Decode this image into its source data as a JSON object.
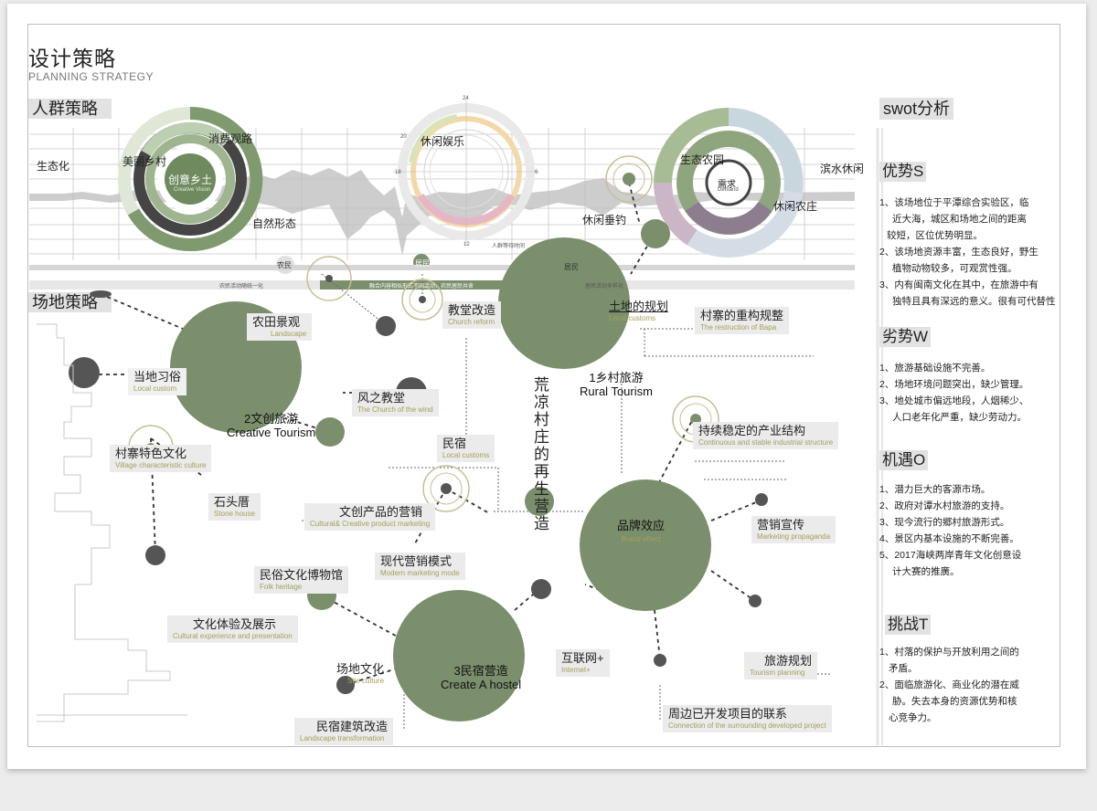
{
  "header": {
    "title": "设计策略",
    "subtitle": "PLANNING STRATEGY"
  },
  "sections": {
    "crowd": "人群策略",
    "site": "场地策略",
    "swot": "swot分析"
  },
  "band": {
    "left_labels": [
      "生态化",
      "美丽乡村",
      "消费观路",
      "自然形态"
    ],
    "right_labels": [
      "生态农园",
      "滨水休闲",
      "休闲农庄",
      "休闲垂钓"
    ],
    "ring1_center": "创意乡土",
    "ring1_center_en": "Creative Vision",
    "ring2_center": "休闲娱乐",
    "ring3_center": "需求",
    "ring3_center_en": "Demand",
    "clock_ticks": [
      "24",
      "6",
      "12",
      "18",
      "20"
    ],
    "clock_small": [
      "人群等待时间"
    ],
    "group_labels": [
      "农民",
      "居民",
      "居民"
    ],
    "bar_labels": [
      "农民活动随统一化",
      "融合内容相似形式不同活动、农民居民共舍",
      "居民活动多样化"
    ]
  },
  "nodes": {
    "farmland": {
      "cn": "农田景观",
      "en": "Landscape"
    },
    "local_custom": {
      "cn": "当地习俗",
      "en": "Local custom"
    },
    "creative_tourism": {
      "cn": "2文创旅游",
      "en": "Creative Tourism"
    },
    "wind_church": {
      "cn": "风之教堂",
      "en": "The Church of the wind"
    },
    "church_reform": {
      "cn": "教堂改造",
      "en": "Church reform"
    },
    "land_plan": {
      "cn": "土地的规划",
      "en": "Local customs"
    },
    "village_restructure": {
      "cn": "村寨的重构规整",
      "en": "The restruction of Bapa"
    },
    "rural_tourism": {
      "cn": "1乡村旅游",
      "en": "Rural Tourism"
    },
    "vertical": "荒凉村庄的再生营造",
    "industrial": {
      "cn": "持续稳定的产业结构",
      "en": "Continuous and stable industrial structure"
    },
    "village_culture": {
      "cn": "村寨特色文化",
      "en": "Village characteristic culture"
    },
    "minsu": {
      "cn": "民宿",
      "en": "Local customs"
    },
    "stone_house": {
      "cn": "石头厝",
      "en": "Stone house"
    },
    "cultural_products": {
      "cn": "文创产品的营销",
      "en": "Cultural& Creative product marketing"
    },
    "brand": {
      "cn": "品牌效应",
      "en": "Brand effect"
    },
    "marketing": {
      "cn": "营销宣传",
      "en": "Marketing propaganda"
    },
    "modern_marketing": {
      "cn": "现代营销模式",
      "en": "Modern marketing mode"
    },
    "folk_museum": {
      "cn": "民俗文化博物馆",
      "en": "Folk heritage"
    },
    "cultural_exp": {
      "cn": "文化体验及展示",
      "en": "Cultural experience and presentation"
    },
    "hostel": {
      "cn": "3民宿营造",
      "en": "Create A hostel"
    },
    "internet": {
      "cn": "互联网+",
      "en": "Internet+"
    },
    "tourism_plan": {
      "cn": "旅游规划",
      "en": "Tourism planning"
    },
    "site_culture": {
      "cn": "场地文化",
      "en": "Site culture"
    },
    "surrounding": {
      "cn": "周边已开发项目的联系",
      "en": "Connection of the surrounding developed project"
    },
    "hostel_arch": {
      "cn": "民宿建筑改造",
      "en": "Landscape transformation"
    }
  },
  "swot": {
    "s_title": "优势S",
    "s_items": [
      "1、该场地位于平潭综合实验区，临",
      "近大海，城区和场地之间的距离",
      "较短，区位优势明显。",
      "2、该场地资源丰富，生态良好，野生",
      "植物动物较多，可观赏性强。",
      "3、内有闽南文化在其中，在旅游中有",
      "独特且具有深远的意义。很有可代替性"
    ],
    "w_title": "劣势W",
    "w_items": [
      "1、旅游基础设施不完善。",
      "2、场地环境问题突出，缺少管理。",
      "3、地处城市偏远地段，人烟稀少、",
      "人口老年化严重，缺少劳动力。"
    ],
    "o_title": "机遇O",
    "o_items": [
      "1、潜力巨大的客源市场。",
      "2、政府对谭水村旅游的支持。",
      "3、现今流行的郷村旅游形式。",
      "4、景区内基本设施的不断完善。",
      "5、2017海峡两岸青年文化创意设",
      "计大赛的推廣。"
    ],
    "t_title": "挑战T",
    "t_items": [
      "1、村落的保护与开放利用之间的",
      "矛盾。",
      "2、面临旅游化、商业化的潜在威",
      "胁。失去本身的资源优势和核",
      "心竞争力。"
    ]
  },
  "colors": {
    "green": "#7b8f6c",
    "dark": "#555555",
    "ring": "#c9c59a",
    "panel": "#e6e6e6"
  }
}
